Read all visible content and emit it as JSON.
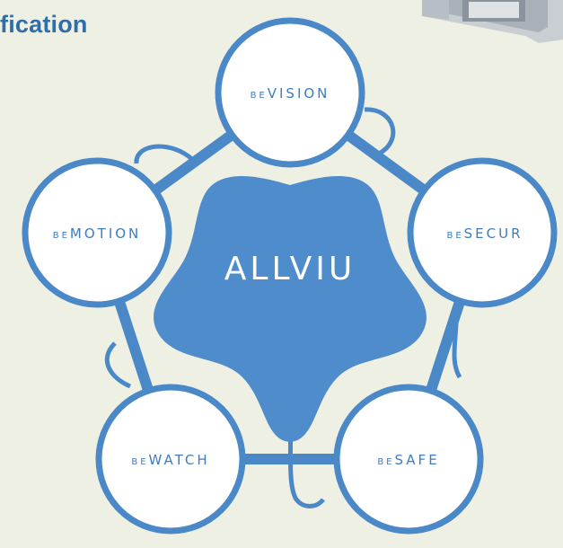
{
  "heading": "fication",
  "center": {
    "label": "ALLVIU"
  },
  "modules": [
    {
      "prefix": "BE",
      "name": "VISION"
    },
    {
      "prefix": "BE",
      "name": "SECUR"
    },
    {
      "prefix": "BE",
      "name": "SAFE"
    },
    {
      "prefix": "BE",
      "name": "WATCH"
    },
    {
      "prefix": "BE",
      "name": "MOTION"
    }
  ],
  "colors": {
    "background": "#eef0e4",
    "ring": "#4a88c7",
    "circle_fill": "#ffffff",
    "center_fill": "#4e8ccb",
    "heading": "#2f6ea8"
  }
}
